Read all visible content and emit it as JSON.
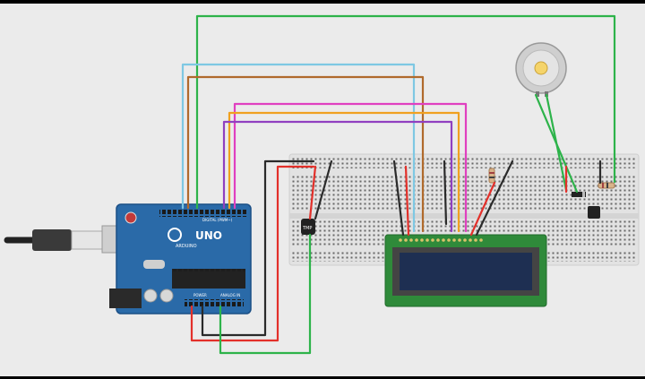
{
  "board": {
    "brand_text": "ARDUINO",
    "model_text": "UNO",
    "digital_text": "DIGITAL (PWM~)",
    "power_text": "POWER",
    "analog_text": "ANALOG IN"
  },
  "sensor": {
    "label": "TMP"
  },
  "colors": {
    "board": "#2a6aa8",
    "board_dark": "#1b4f86",
    "breadboard": "#e4e4e4",
    "lcd_pcb": "#2f8a3a",
    "lcd_screen": "#1e2f52",
    "wire_green": "#2db34a",
    "wire_red": "#e3302a",
    "wire_black": "#2a2a2a",
    "wire_cyan": "#7ec8e3",
    "wire_brown": "#b06a2c",
    "wire_orange": "#f0a020",
    "wire_pink": "#e040c0",
    "wire_purple": "#9040c0"
  }
}
